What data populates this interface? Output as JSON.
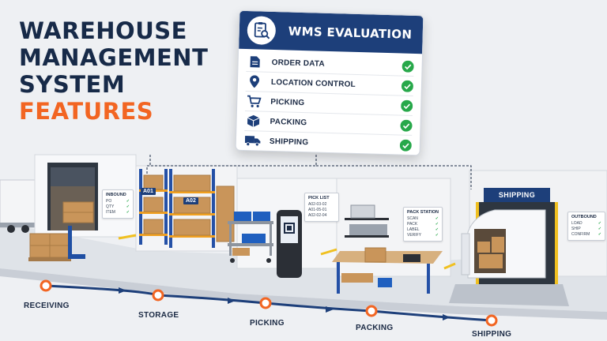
{
  "title": {
    "lines": [
      "WAREHOUSE",
      "MANAGEMENT",
      "SYSTEM"
    ],
    "accent": "FEATURES"
  },
  "wms_panel": {
    "title": "WMS EVALUATION",
    "badge_icon": "clipboard-magnifier-icon",
    "items": [
      {
        "label": "ORDER DATA",
        "icon": "document-icon",
        "status": "check"
      },
      {
        "label": "LOCATION CONTROL",
        "icon": "location-pin-icon",
        "status": "check"
      },
      {
        "label": "PICKING",
        "icon": "cart-icon",
        "status": "check"
      },
      {
        "label": "PACKING",
        "icon": "box-icon",
        "status": "check"
      },
      {
        "label": "SHIPPING",
        "icon": "truck-icon",
        "status": "check"
      }
    ]
  },
  "signs": {
    "inbound": {
      "title": "INBOUND",
      "lines": [
        "PO",
        "QTY",
        "ITEM"
      ]
    },
    "pick_list": {
      "title": "PICK LIST",
      "lines": [
        "A02-03-02",
        "A01-05-01",
        "A02-02-04"
      ]
    },
    "pack_station": {
      "title": "PACK STATION",
      "lines": [
        "SCAN",
        "PACK",
        "LABEL",
        "VERIFY"
      ]
    },
    "outbound": {
      "title": "OUTBOUND",
      "lines": [
        "LOAD",
        "SHIP",
        "CONFIRM"
      ]
    }
  },
  "racks": [
    "A01",
    "A02"
  ],
  "shipping_banner": "SHIPPING",
  "stages": [
    "RECEIVING",
    "STORAGE",
    "PICKING",
    "PACKING",
    "SHIPPING"
  ],
  "colors": {
    "navy": "#1d3f7a",
    "title_text": "#172a48",
    "accent": "#f26522",
    "check": "#27a84a",
    "shelf_blue": "#2450a6",
    "crate_blue": "#1f5fbf",
    "box": "#c9955a"
  }
}
